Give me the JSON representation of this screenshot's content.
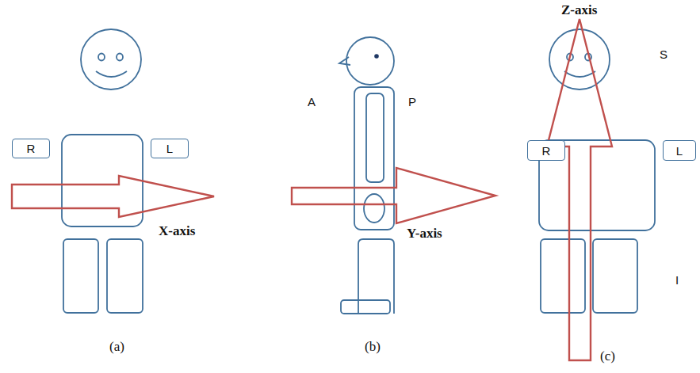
{
  "diagram": {
    "nodes": [
      {
        "text": [
          "R"
        ]
      },
      {
        "text": [
          "L"
        ]
      },
      {
        "text": [
          "R"
        ]
      },
      {
        "text": [
          "L"
        ]
      }
    ],
    "labels": [
      "X-axis",
      "(a)",
      "A",
      "P",
      "Y-axis",
      "(b)",
      "Z-axis",
      "S",
      "I",
      "(c)"
    ]
  }
}
